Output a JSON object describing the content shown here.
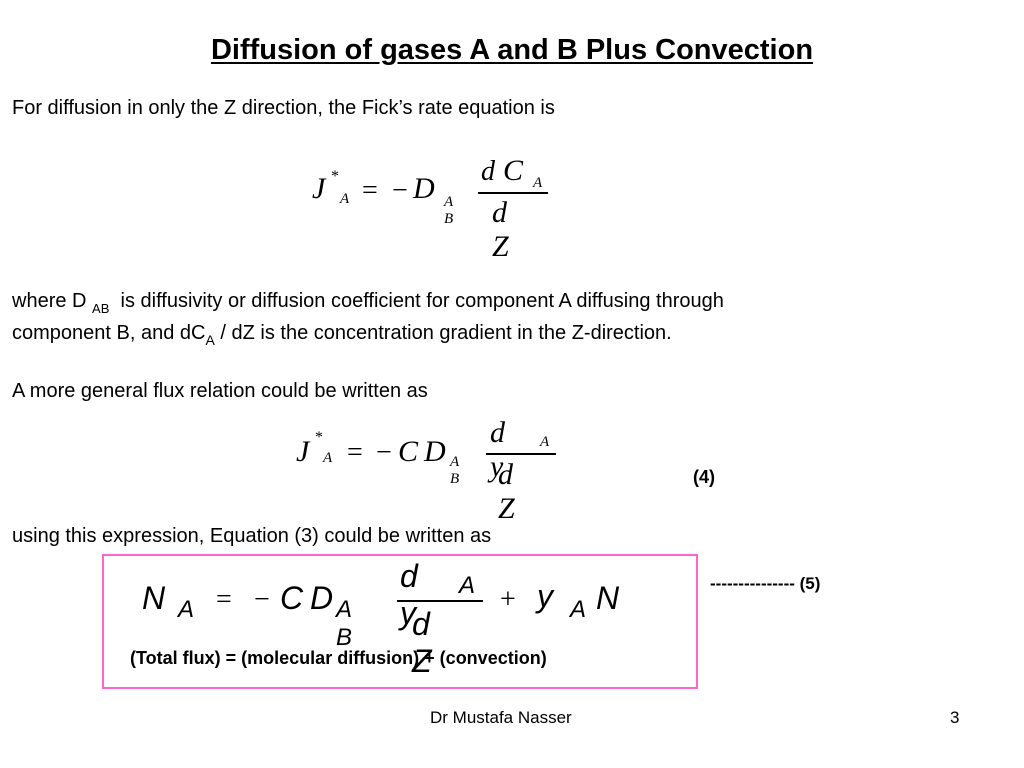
{
  "slide": {
    "title": "Diffusion of gases A and B Plus Convection",
    "intro": "For diffusion in only the Z direction, the Fick’s rate equation is",
    "where_line1_prefix": "where D",
    "where_sub_ab": "AB",
    "where_line1_suffix": "is diffusivity or diffusion coefficient for component A diffusing through",
    "where_line2_prefix": "component B, and dC",
    "where_sub_a": "A",
    "where_line2_suffix": "/ dZ is the concentration gradient in the Z-direction.",
    "general": "A more general flux relation could be written as",
    "eq4_label": "(4)",
    "using": "using this expression, Equation (3) could be written as",
    "eq5_label": "--------------- (5)",
    "flux_caption": "(Total flux)  = (molecular diffusion) + (convection)",
    "footer_author": "Dr Mustafa Nasser",
    "page_number": "3"
  },
  "eq1": {
    "J": "J",
    "star": "*",
    "subA": "A",
    "eq": "=",
    "minus": "−",
    "D": "D",
    "subAB": "A B",
    "num_d": "d",
    "num_C": "C",
    "num_sub": "A",
    "den": "d Z"
  },
  "eq2": {
    "J": "J",
    "star": "*",
    "subA": "A",
    "eq": "=",
    "minus": "−",
    "C": "C",
    "D": "D",
    "subAB": "A B",
    "num": "d y",
    "num_sub": "A",
    "den": "d Z"
  },
  "eq3": {
    "N": "N",
    "subA": "A",
    "eq": "=",
    "minus": "−",
    "C": "C",
    "D": "D",
    "subAB": "A B",
    "num": "d y",
    "num_sub": "A",
    "den": "d Z",
    "plus": "+",
    "y": "y",
    "y_sub": "A",
    "N2": "N"
  }
}
